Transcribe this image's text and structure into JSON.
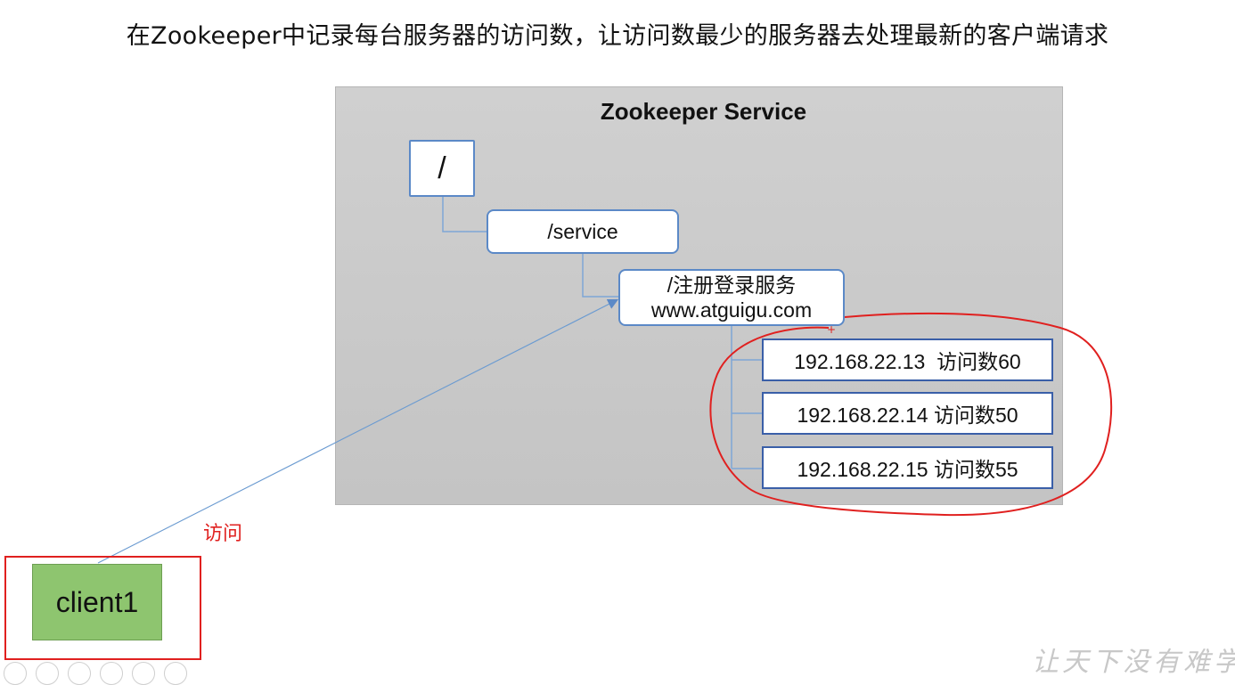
{
  "heading": "在Zookeeper中记录每台服务器的访问数，让访问数最少的服务器去处理最新的客户端请求",
  "service": {
    "title": "Zookeeper Service",
    "root": "/",
    "service_node": "/service",
    "register_node": {
      "line1": "/注册登录服务",
      "line2": "www.atguigu.com"
    },
    "servers": [
      {
        "label": "192.168.22.13  访问数60"
      },
      {
        "label": "192.168.22.14 访问数50"
      },
      {
        "label": "192.168.22.15 访问数55"
      }
    ]
  },
  "client": {
    "label": "client1",
    "access_label": "访问"
  },
  "watermark": "让天下没有难学",
  "colors": {
    "panel": "#c8c8c8",
    "node_border": "#5b89c7",
    "ip_border": "#3a5fa8",
    "connector": "#7ea6d6",
    "highlight": "#e0201f",
    "client_fill": "#8ec56f"
  }
}
